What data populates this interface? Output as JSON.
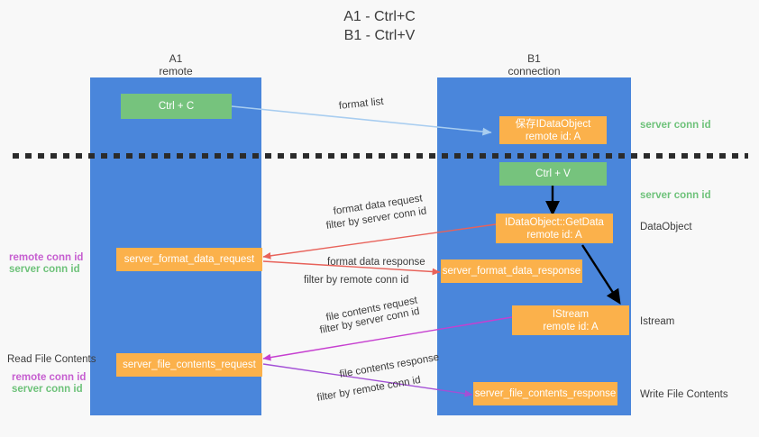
{
  "title": {
    "line1": "A1 - Ctrl+C",
    "line2": "B1 - Ctrl+V"
  },
  "colors": {
    "lane": "#4a86db",
    "green_node": "#76c37d",
    "orange_node": "#fbb14b",
    "green_text": "#6ec27a",
    "purple_text": "#c65ed0",
    "arrow_lightblue": "#a8cdf0",
    "arrow_red": "#e8625a",
    "arrow_magenta": "#c63fd0",
    "arrow_purple": "#a34fd6",
    "arrow_black": "#000000",
    "background": "#f8f8f8",
    "text": "#3c3c3c"
  },
  "lanes": [
    {
      "name": "A1",
      "sub": "remote"
    },
    {
      "name": "B1",
      "sub": "connection"
    }
  ],
  "nodes": {
    "ctrl_c": {
      "line1": "Ctrl + C",
      "line2": ""
    },
    "save_dataobject": {
      "line1": "保存IDataObject",
      "line2": "remote id: A"
    },
    "ctrl_v": {
      "line1": "Ctrl + V",
      "line2": ""
    },
    "getdata": {
      "line1": "IDataObject::GetData",
      "line2": "remote id: A"
    },
    "format_data_request": {
      "line1": "server_format_data_request",
      "line2": ""
    },
    "format_data_response": {
      "line1": "server_format_data_response",
      "line2": ""
    },
    "istream": {
      "line1": "IStream",
      "line2": "remote id: A"
    },
    "file_contents_request": {
      "line1": "server_file_contents_request",
      "line2": ""
    },
    "file_contents_response": {
      "line1": "server_file_contents_response",
      "line2": ""
    }
  },
  "edge_labels": {
    "format_list": "format list",
    "format_data_request": "format data request",
    "format_data_request_filter_prefix": "filter by ",
    "format_data_request_filter_key": "server conn id",
    "format_data_response": "format data response",
    "format_data_response_filter_prefix": "filter by ",
    "format_data_response_filter_key": "remote conn id",
    "file_contents_request": "file contents request",
    "file_contents_request_filter_prefix": "filter by ",
    "file_contents_request_filter_key": "server conn id",
    "file_contents_response": "file contents response",
    "file_contents_response_filter_prefix": "filter by ",
    "file_contents_response_filter_key": "remote conn id"
  },
  "right_labels": {
    "server_conn_id_top": "server conn id",
    "server_conn_id_second": "server conn id",
    "dataobject": "DataObject",
    "istream": "Istream",
    "write_file_contents": "Write File Contents"
  },
  "left_labels": {
    "remote_conn_id_upper": "remote conn id",
    "server_conn_id_upper": "server conn id",
    "read_file_contents": "Read File Contents",
    "remote_conn_id_lower": "remote conn id",
    "server_conn_id_lower": "server conn id"
  }
}
